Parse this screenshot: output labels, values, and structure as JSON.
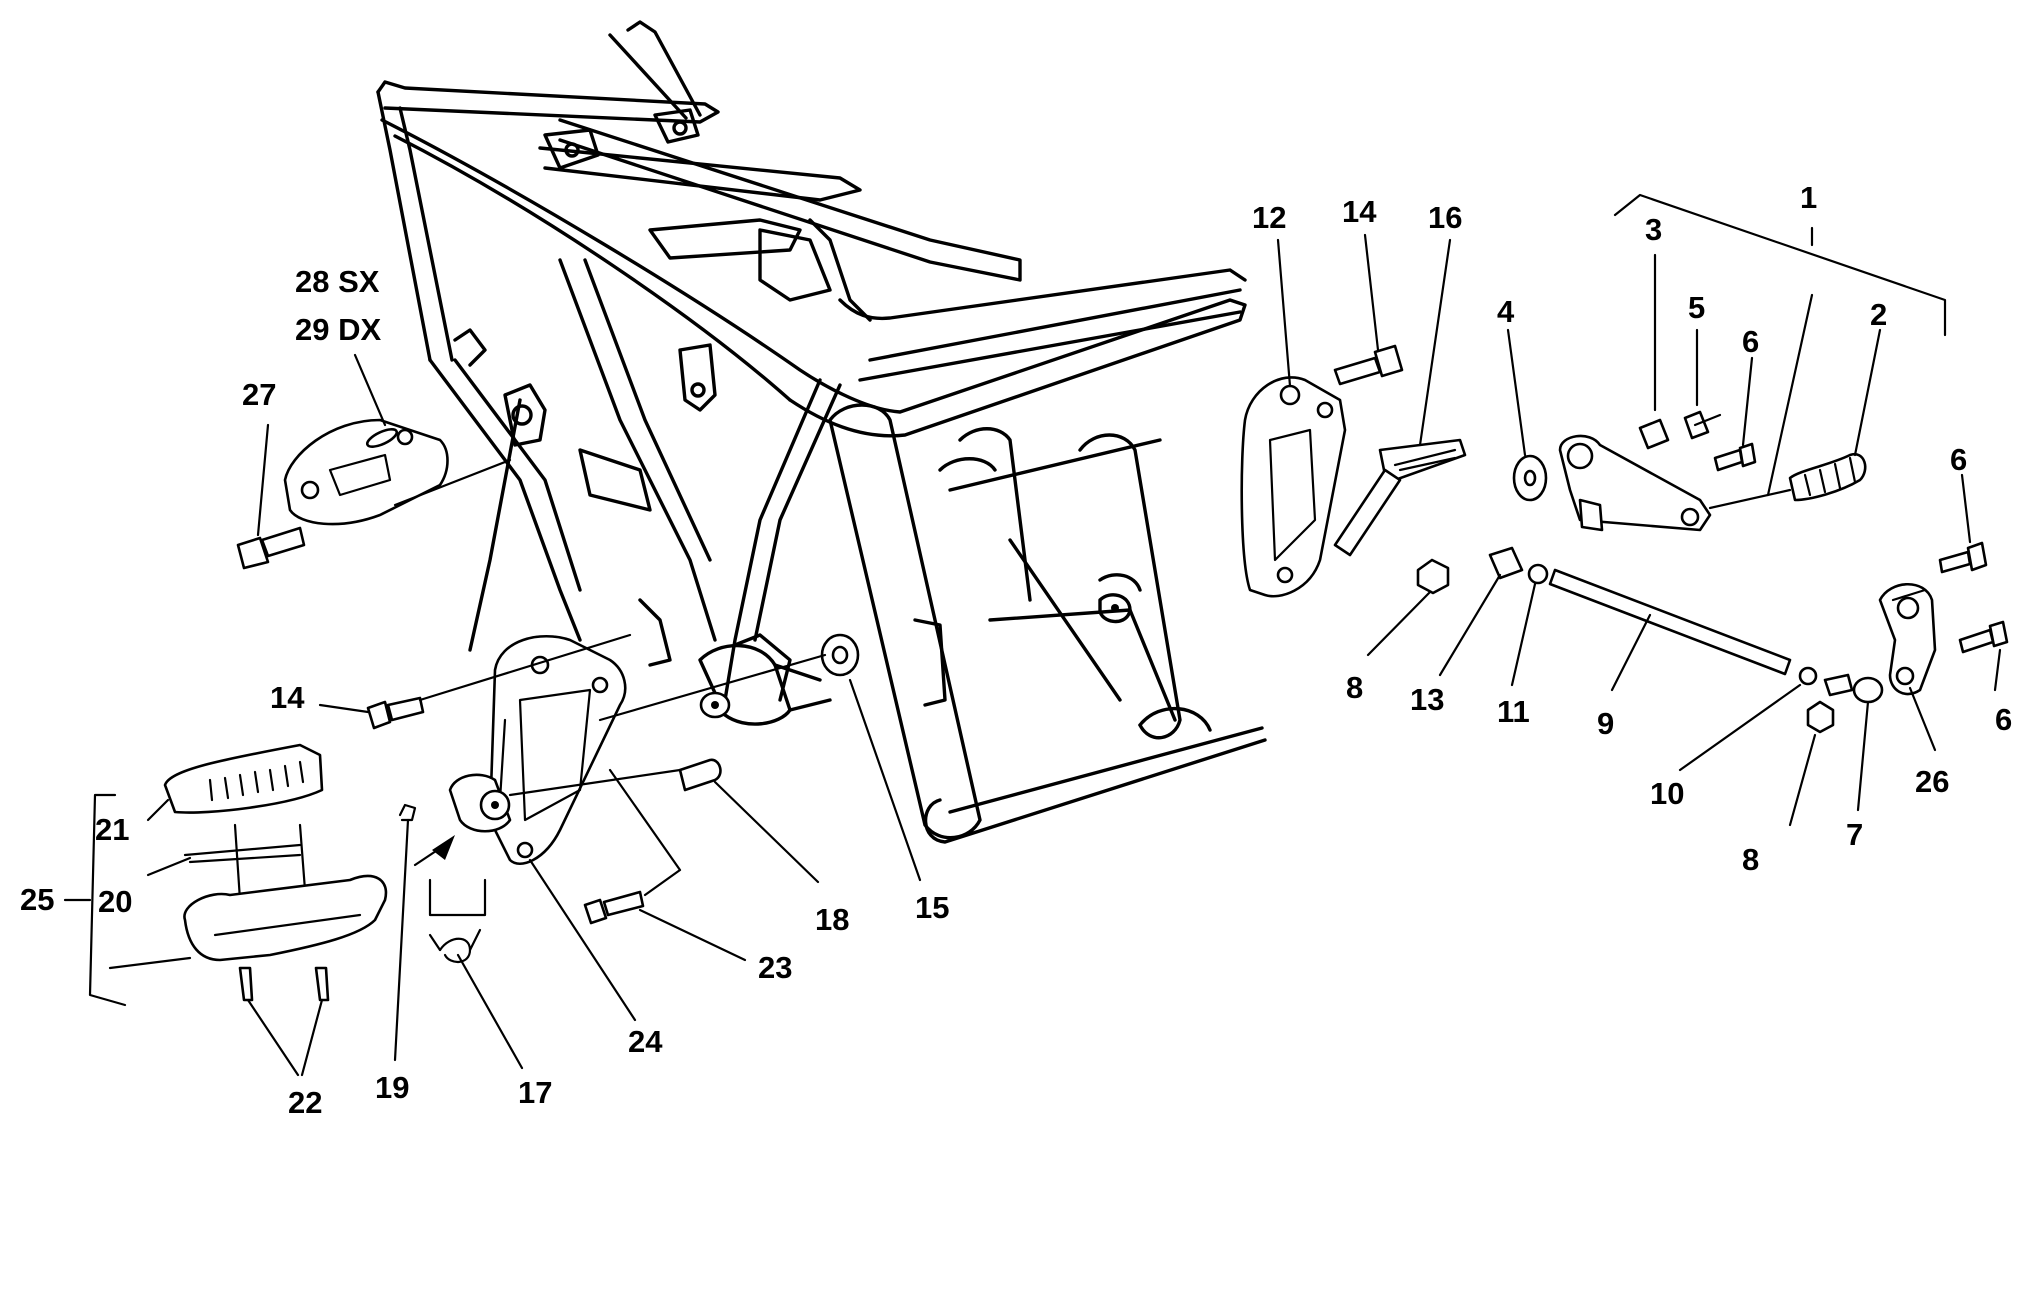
{
  "callouts": {
    "c1": "1",
    "c2": "2",
    "c3": "3",
    "c4": "4",
    "c5": "5",
    "c6a": "6",
    "c6b": "6",
    "c6c": "6",
    "c7": "7",
    "c8a": "8",
    "c8b": "8",
    "c9": "9",
    "c10": "10",
    "c11": "11",
    "c12": "12",
    "c13": "13",
    "c14a": "14",
    "c14b": "14",
    "c15": "15",
    "c16": "16",
    "c17": "17",
    "c18": "18",
    "c19": "19",
    "c20": "20",
    "c21": "21",
    "c22": "22",
    "c23": "23",
    "c24": "24",
    "c25": "25",
    "c26": "26",
    "c27": "27",
    "c28": "28 SX",
    "c29": "29 DX"
  }
}
